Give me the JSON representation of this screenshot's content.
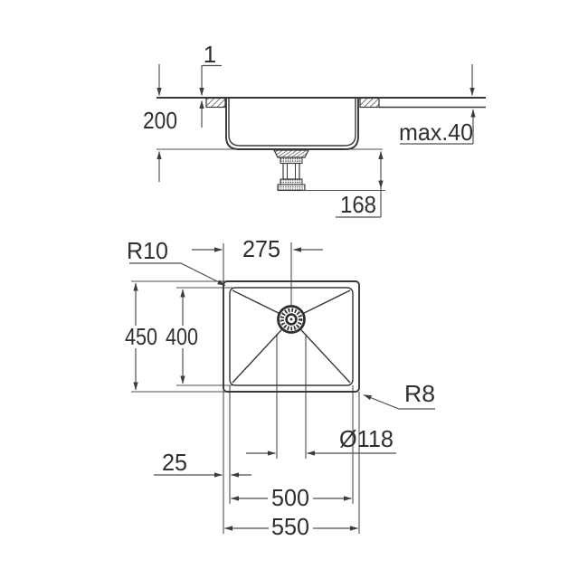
{
  "drawing": {
    "side_view": {
      "rim_height": "1",
      "bowl_depth": "200",
      "max_counter_thickness": "max.40",
      "drain_clearance": "168"
    },
    "plan_view": {
      "inner_corner_radius": "R10",
      "drain_center_offset": "275",
      "outer_length": "450",
      "inner_length": "400",
      "outer_corner_radius": "R8",
      "drain_diameter": "Ø118",
      "rim_offset": "25",
      "inner_width": "500",
      "outer_width": "550"
    },
    "colors": {
      "object_line": "#383838",
      "dimension_line": "#4f4f4f",
      "text": "#2f2f2f",
      "background": "#ffffff"
    }
  }
}
